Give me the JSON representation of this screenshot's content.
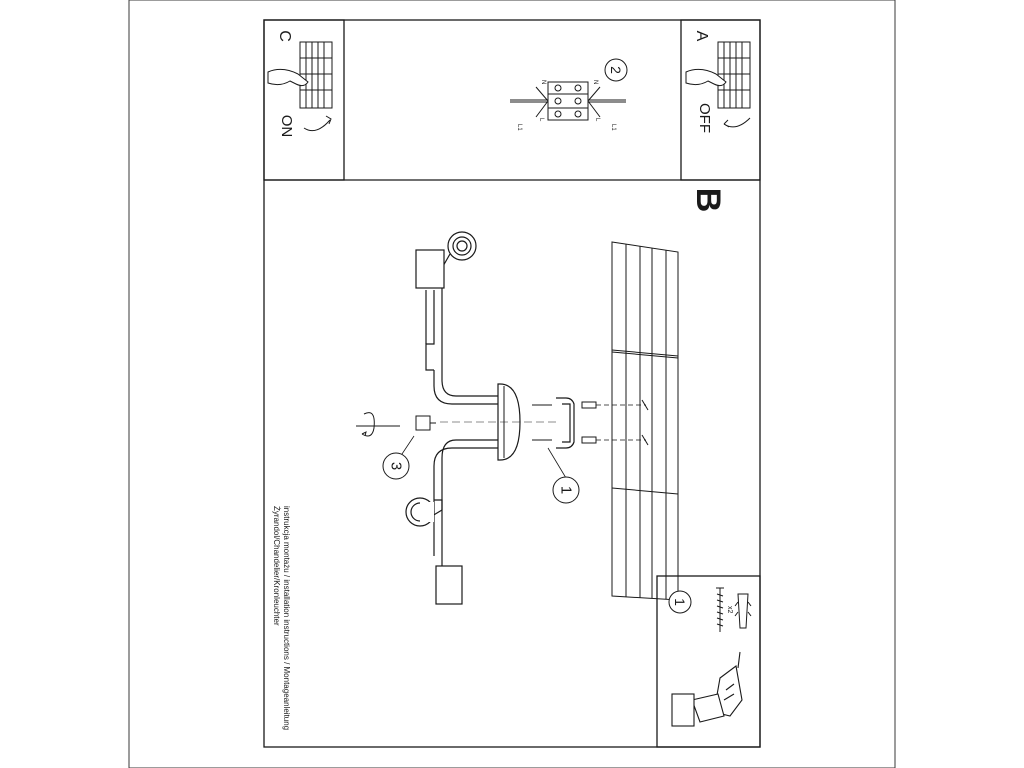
{
  "panels": {
    "a": {
      "letter": "A",
      "state": "OFF"
    },
    "c": {
      "letter": "C",
      "state": "ON"
    },
    "tools": {
      "step": "1",
      "count": "x2"
    }
  },
  "main": {
    "letter": "B"
  },
  "steps": {
    "one": "1",
    "two": "2",
    "three": "3"
  },
  "connector": {
    "top_left": "N",
    "top_right": "N",
    "mid_left": "L",
    "mid_right": "L",
    "bottom_left": "L1",
    "bottom_right": "L1"
  },
  "caption": {
    "line1": "instrukcja montażu / installation instructions / Montageanleitung",
    "line2": "Żyrandol/Chandelier/Kronleuchter"
  },
  "colors": {
    "line": "#1a1a1a",
    "frame": "#3a3a3a",
    "bg": "#ffffff"
  }
}
